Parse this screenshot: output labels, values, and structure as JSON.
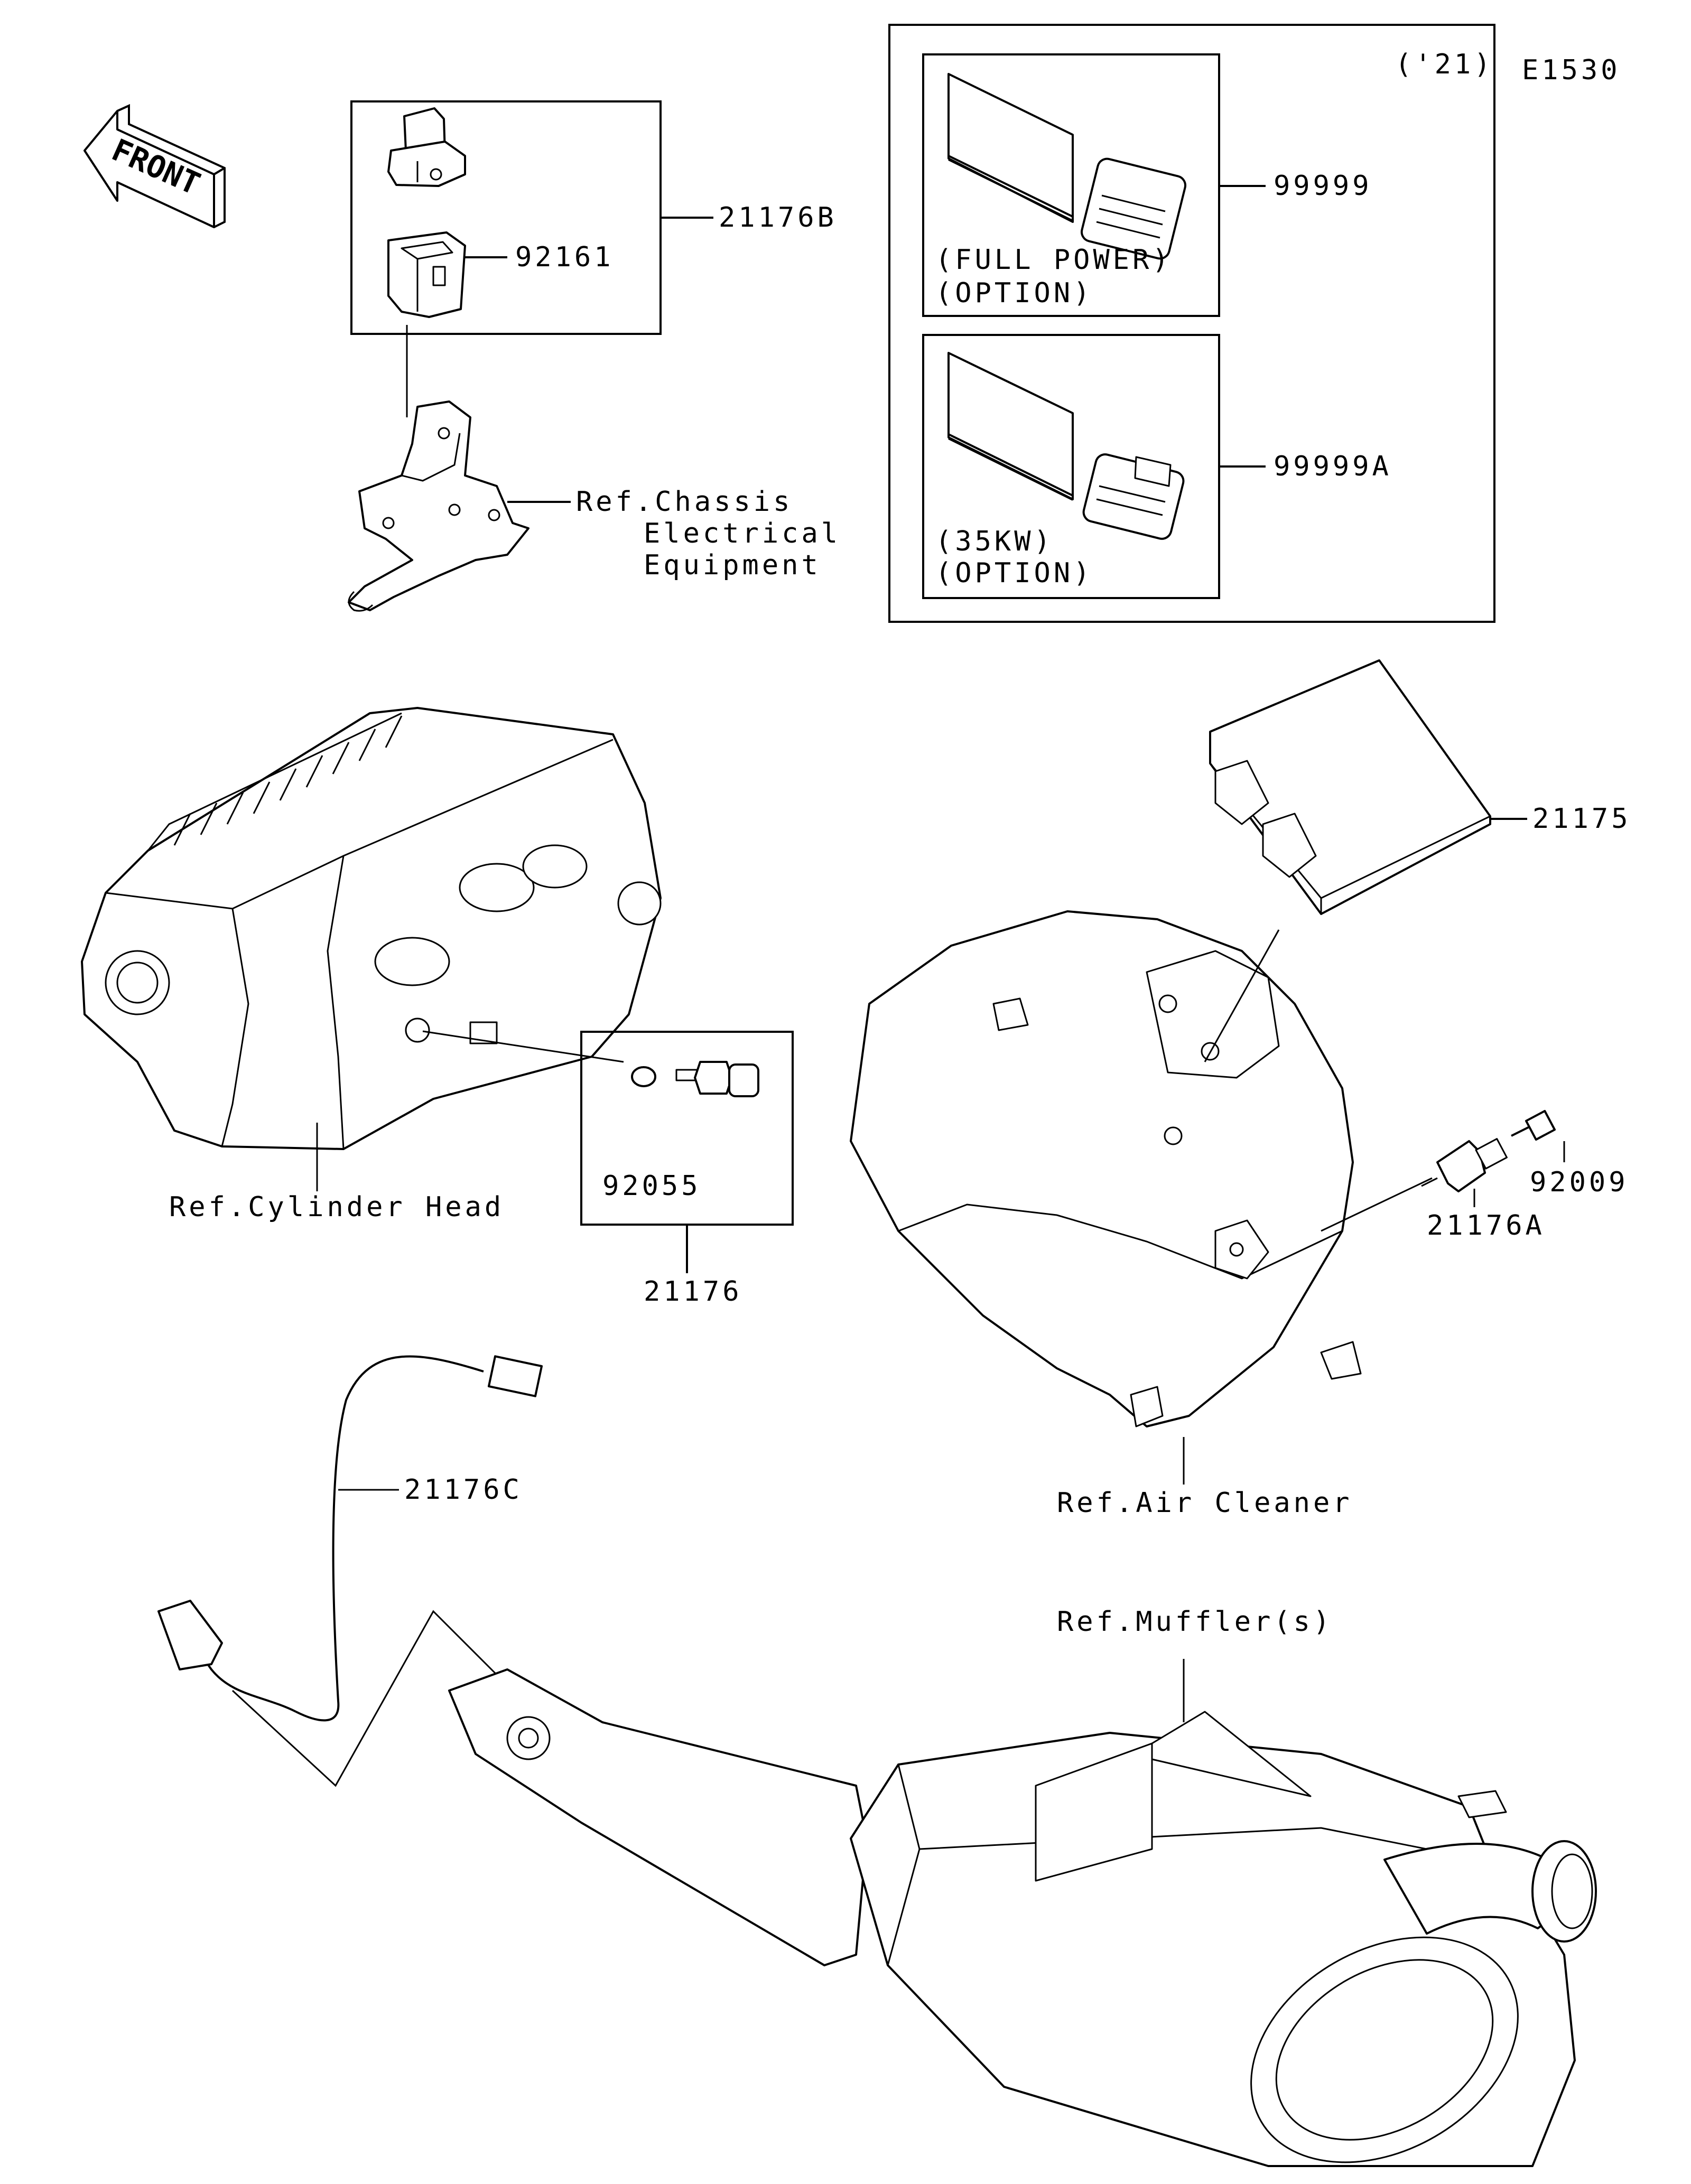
{
  "diagram_id": "E1530",
  "year_note": "('21)",
  "front_label": "FRONT",
  "options": [
    {
      "line1": "(FULL POWER)",
      "line2": "(OPTION)",
      "part_no": "99999"
    },
    {
      "line1": "(35KW)",
      "line2": "(OPTION)",
      "part_no": "99999A"
    }
  ],
  "parts": {
    "p21176B": "21176B",
    "p92161": "92161",
    "p21175": "21175",
    "p21176": "21176",
    "p92055": "92055",
    "p92009": "92009",
    "p21176A": "21176A",
    "p21176C": "21176C"
  },
  "refs": {
    "chassis_1": "Ref.Chassis",
    "chassis_2": "Electrical",
    "chassis_3": "Equipment",
    "cylinder_head": "Ref.Cylinder Head",
    "air_cleaner": "Ref.Air Cleaner",
    "mufflers": "Ref.Muffler(s)"
  },
  "colors": {
    "line": "#000000",
    "background": "#ffffff"
  },
  "icons": [
    "front-arrow-icon"
  ]
}
